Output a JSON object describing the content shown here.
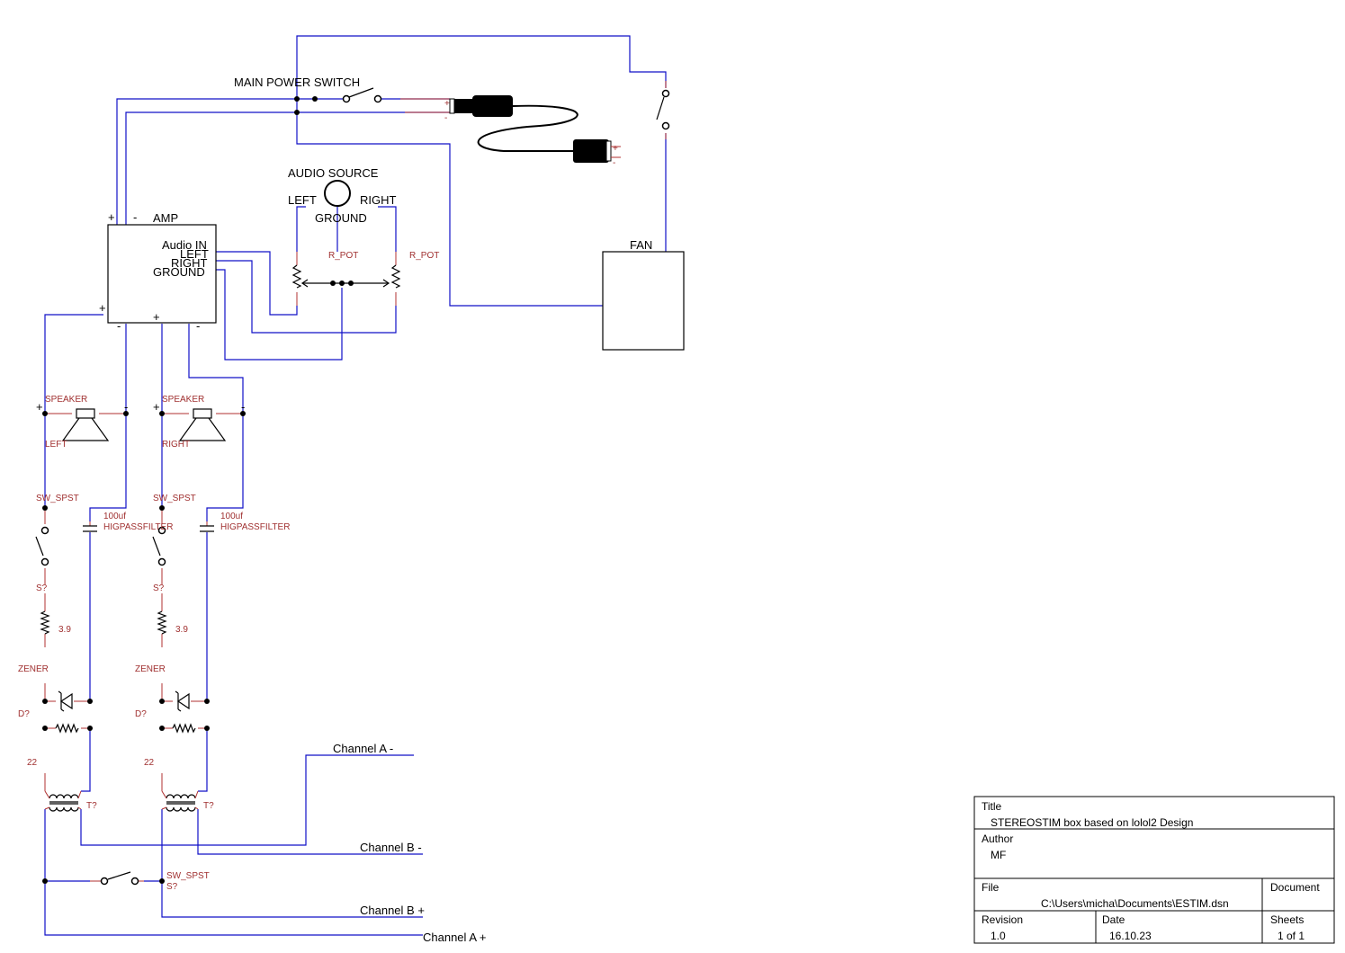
{
  "labels": {
    "main_power_switch": "MAIN POWER SWITCH",
    "audio_source": "AUDIO SOURCE",
    "left": "LEFT",
    "right": "RIGHT",
    "ground": "GROUND",
    "amp": "AMP",
    "audio_in": "Audio IN",
    "amp_left": "LEFT",
    "amp_right": "RIGHT",
    "amp_ground": "GROUND",
    "fan": "FAN",
    "plus": "+",
    "minus": "-",
    "r_pot": "R_POT",
    "speaker": "SPEAKER",
    "speaker_left": "LEFT",
    "speaker_right": "RIGHT",
    "sw_spst": "SW_SPST",
    "cap_value": "100uf",
    "highpass": "HIGPASSFILTER",
    "s_ref": "S?",
    "res_value": "3.9",
    "zener": "ZENER",
    "d_ref": "D?",
    "res_22": "22",
    "t_ref": "T?",
    "channel_a_minus": "Channel A -",
    "channel_b_minus": "Channel B -",
    "channel_b_plus": "Channel B +",
    "channel_a_plus": "Channel A +"
  },
  "title_block": {
    "title_label": "Title",
    "title_value": "STEREOSTIM box based on lolol2 Design",
    "author_label": "Author",
    "author_value": "MF",
    "file_label": "File",
    "file_value": "C:\\Users\\micha\\Documents\\ESTIM.dsn",
    "document_label": "Document",
    "revision_label": "Revision",
    "revision_value": "1.0",
    "date_label": "Date",
    "date_value": "16.10.23",
    "sheets_label": "Sheets",
    "sheets_value": "1 of 1"
  },
  "colors": {
    "wire": "#1010c8",
    "pin": "#b03030",
    "part": "#000000"
  }
}
